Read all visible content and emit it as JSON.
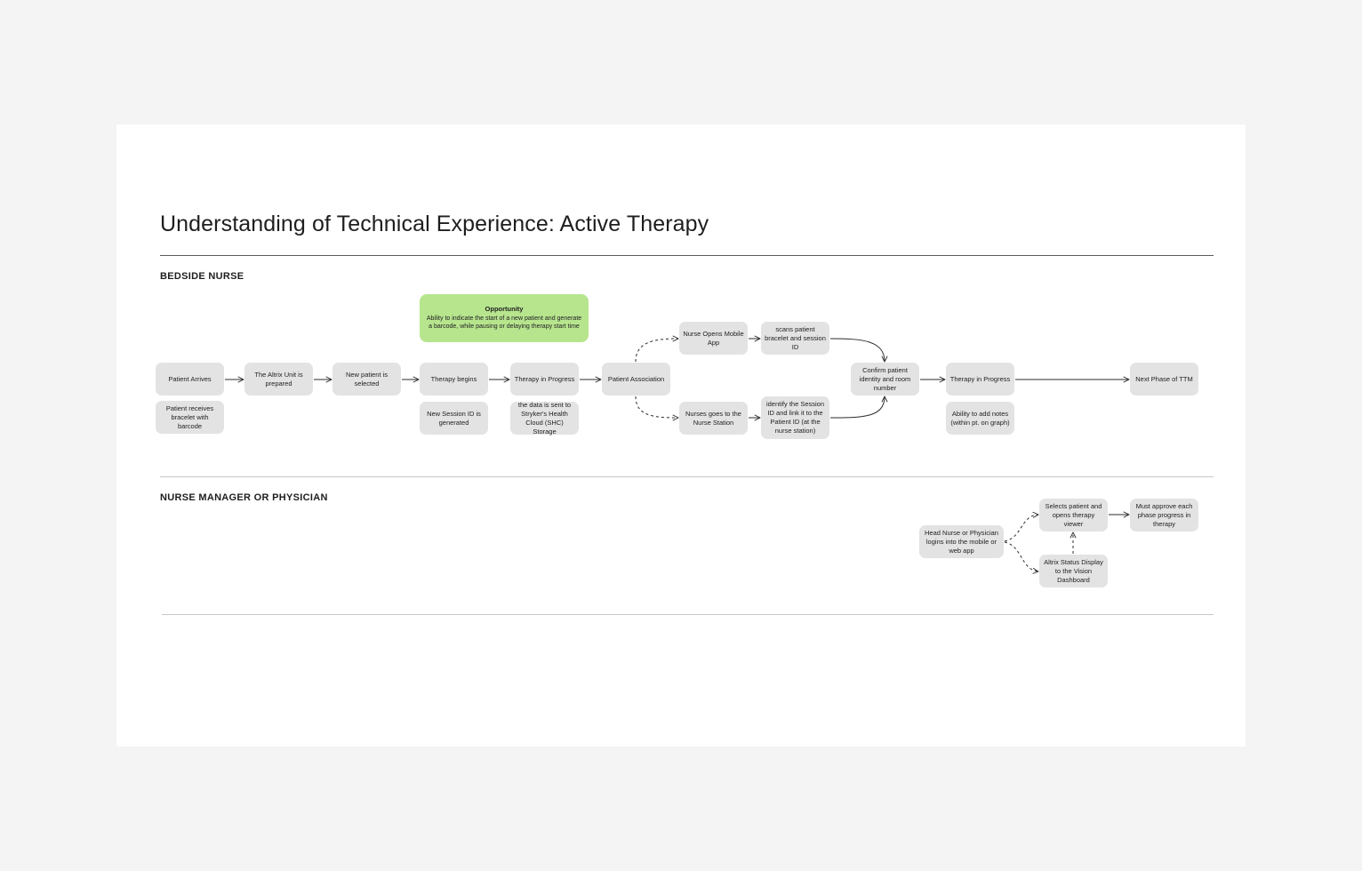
{
  "title": "Understanding of Technical Experience: Active Therapy",
  "sections": {
    "bedside": "BEDSIDE NURSE",
    "manager": "NURSE MANAGER OR PHYSICIAN"
  },
  "opportunity": {
    "title": "Opportunity",
    "text": "Ability to indicate the start of a new patient and generate a barcode, while pausing or delaying therapy start time"
  },
  "nodes": {
    "patient_arrives": "Patient Arrives",
    "patient_bracelet": "Patient receives bracelet with barcode",
    "altrix_prepared": "The Altrix Unit is prepared",
    "new_patient": "New patient is selected",
    "therapy_begins": "Therapy begins",
    "session_id": "New Session ID is generated",
    "therapy_progress_1": "Therapy in Progress",
    "data_sent": "the data is sent to Stryker's Health Cloud (SHC) Storage",
    "patient_association": "Patient Association",
    "nurse_mobile": "Nurse Opens Mobile App",
    "scans_bracelet": "scans patient bracelet and session ID",
    "nurse_station": "Nurses goes to the Nurse Station",
    "identify_session": "identify the Session ID and link it to the Patient ID (at the nurse station)",
    "confirm_identity": "Confirm patient identity and room number",
    "therapy_progress_2": "Therapy in Progress",
    "add_notes": "Ability to add notes (within pt. on graph)",
    "next_phase": "Next Phase of TTM",
    "head_nurse": "Head Nurse or Physician logins into the mobile or web app",
    "selects_patient": "Selects patient and opens therapy viewer",
    "status_display": "Altrix Status Display to the Vision Dashboard",
    "approve_phase": "Must approve each phase progress in therapy"
  }
}
